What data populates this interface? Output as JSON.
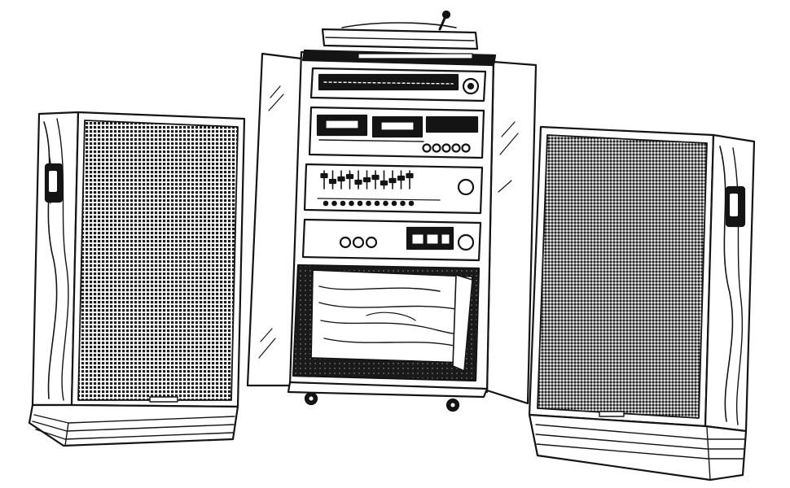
{
  "illustration": {
    "style": "black-and-white line drawing",
    "colors": {
      "ink": "#141414",
      "paper": "#ffffff",
      "grille": "#2a2a2a"
    }
  },
  "speakers": {
    "left": {
      "grille": "woven-mesh",
      "cabinet": "wood-grain",
      "handle": "side-handle-icon"
    },
    "right": {
      "grille": "woven-mesh",
      "cabinet": "wood-grain",
      "handle": "side-handle-icon"
    }
  },
  "cabinet": {
    "doors": "open-glass-doors",
    "components": [
      {
        "name": "turntable"
      },
      {
        "name": "tuner"
      },
      {
        "name": "dual-cassette-deck"
      },
      {
        "name": "graphic-equalizer"
      },
      {
        "name": "amplifier"
      },
      {
        "name": "record-storage"
      }
    ],
    "equalizer_bands": 11
  }
}
